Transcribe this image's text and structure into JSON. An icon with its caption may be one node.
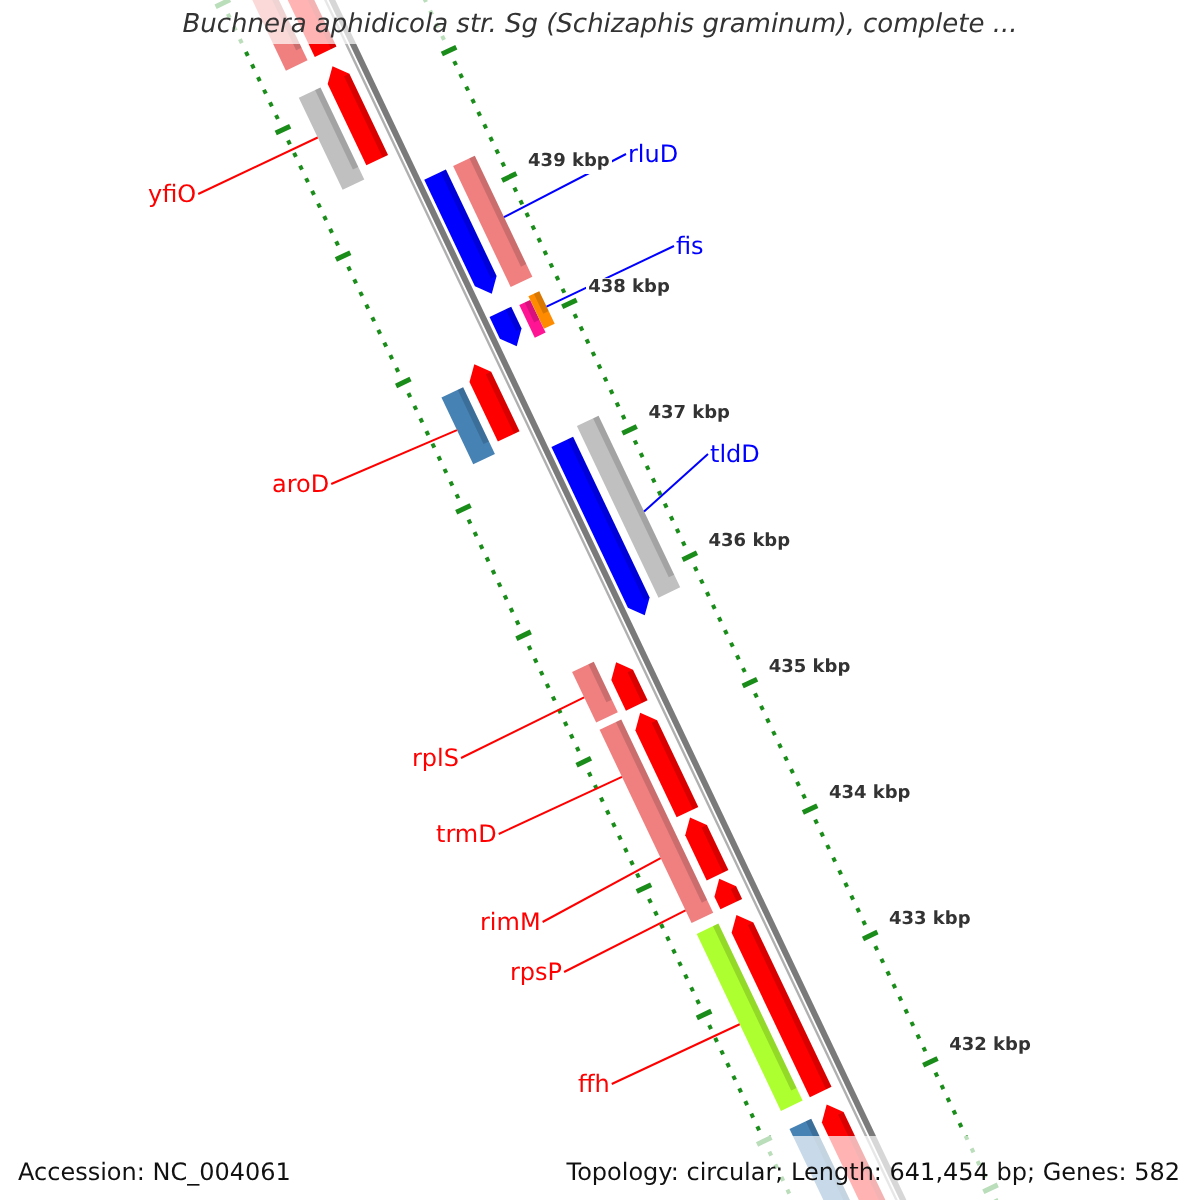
{
  "diagram": {
    "title": "Buchnera aphidicola str. Sg (Schizaphis graminum), complete ...",
    "nodes": [
      {
        "text": [
          "yfiO"
        ]
      },
      {
        "text": [
          "rluD"
        ]
      },
      {
        "text": [
          "fis"
        ]
      },
      {
        "text": [
          "aroD"
        ]
      },
      {
        "text": [
          "tldD"
        ]
      },
      {
        "text": [
          "rplS"
        ]
      },
      {
        "text": [
          "trmD"
        ]
      },
      {
        "text": [
          "rimM"
        ]
      },
      {
        "text": [
          "rpsP"
        ]
      },
      {
        "text": [
          "ffh"
        ]
      },
      {
        "text": [],
        "shape": "bar"
      },
      {
        "text": [],
        "shape": "bar"
      },
      {
        "text": [],
        "shape": "bar"
      },
      {
        "text": [],
        "shape": "bar"
      },
      {
        "text": [],
        "shape": "bar"
      },
      {
        "text": [],
        "shape": "bar"
      },
      {
        "text": [],
        "shape": "bar"
      },
      {
        "text": [],
        "shape": "bar"
      }
    ],
    "edges": [
      {
        "from": 0,
        "to": 10,
        "arrow": "none"
      },
      {
        "from": 1,
        "to": 11,
        "arrow": "none",
        "color": "#0000ff"
      },
      {
        "from": 2,
        "to": 12,
        "arrow": "none",
        "color": "#0000ff"
      },
      {
        "from": 3,
        "to": 13,
        "arrow": "none"
      },
      {
        "from": 4,
        "to": 14,
        "arrow": "none",
        "color": "#0000ff"
      },
      {
        "from": 5,
        "to": 15,
        "arrow": "none"
      },
      {
        "from": 6,
        "to": 16,
        "arrow": "none"
      },
      {
        "from": 7,
        "to": 16,
        "arrow": "none"
      },
      {
        "from": 8,
        "to": 16,
        "arrow": "none"
      },
      {
        "from": 9,
        "to": 17,
        "arrow": "none"
      }
    ],
    "labels": [
      "439 kbp",
      "438 kbp",
      "437 kbp",
      "436 kbp",
      "435 kbp",
      "434 kbp",
      "433 kbp",
      "432 kbp",
      "Accession: NC_004061",
      "Topology: circular; Length: 641,454 bp; Genes: 582"
    ]
  }
}
